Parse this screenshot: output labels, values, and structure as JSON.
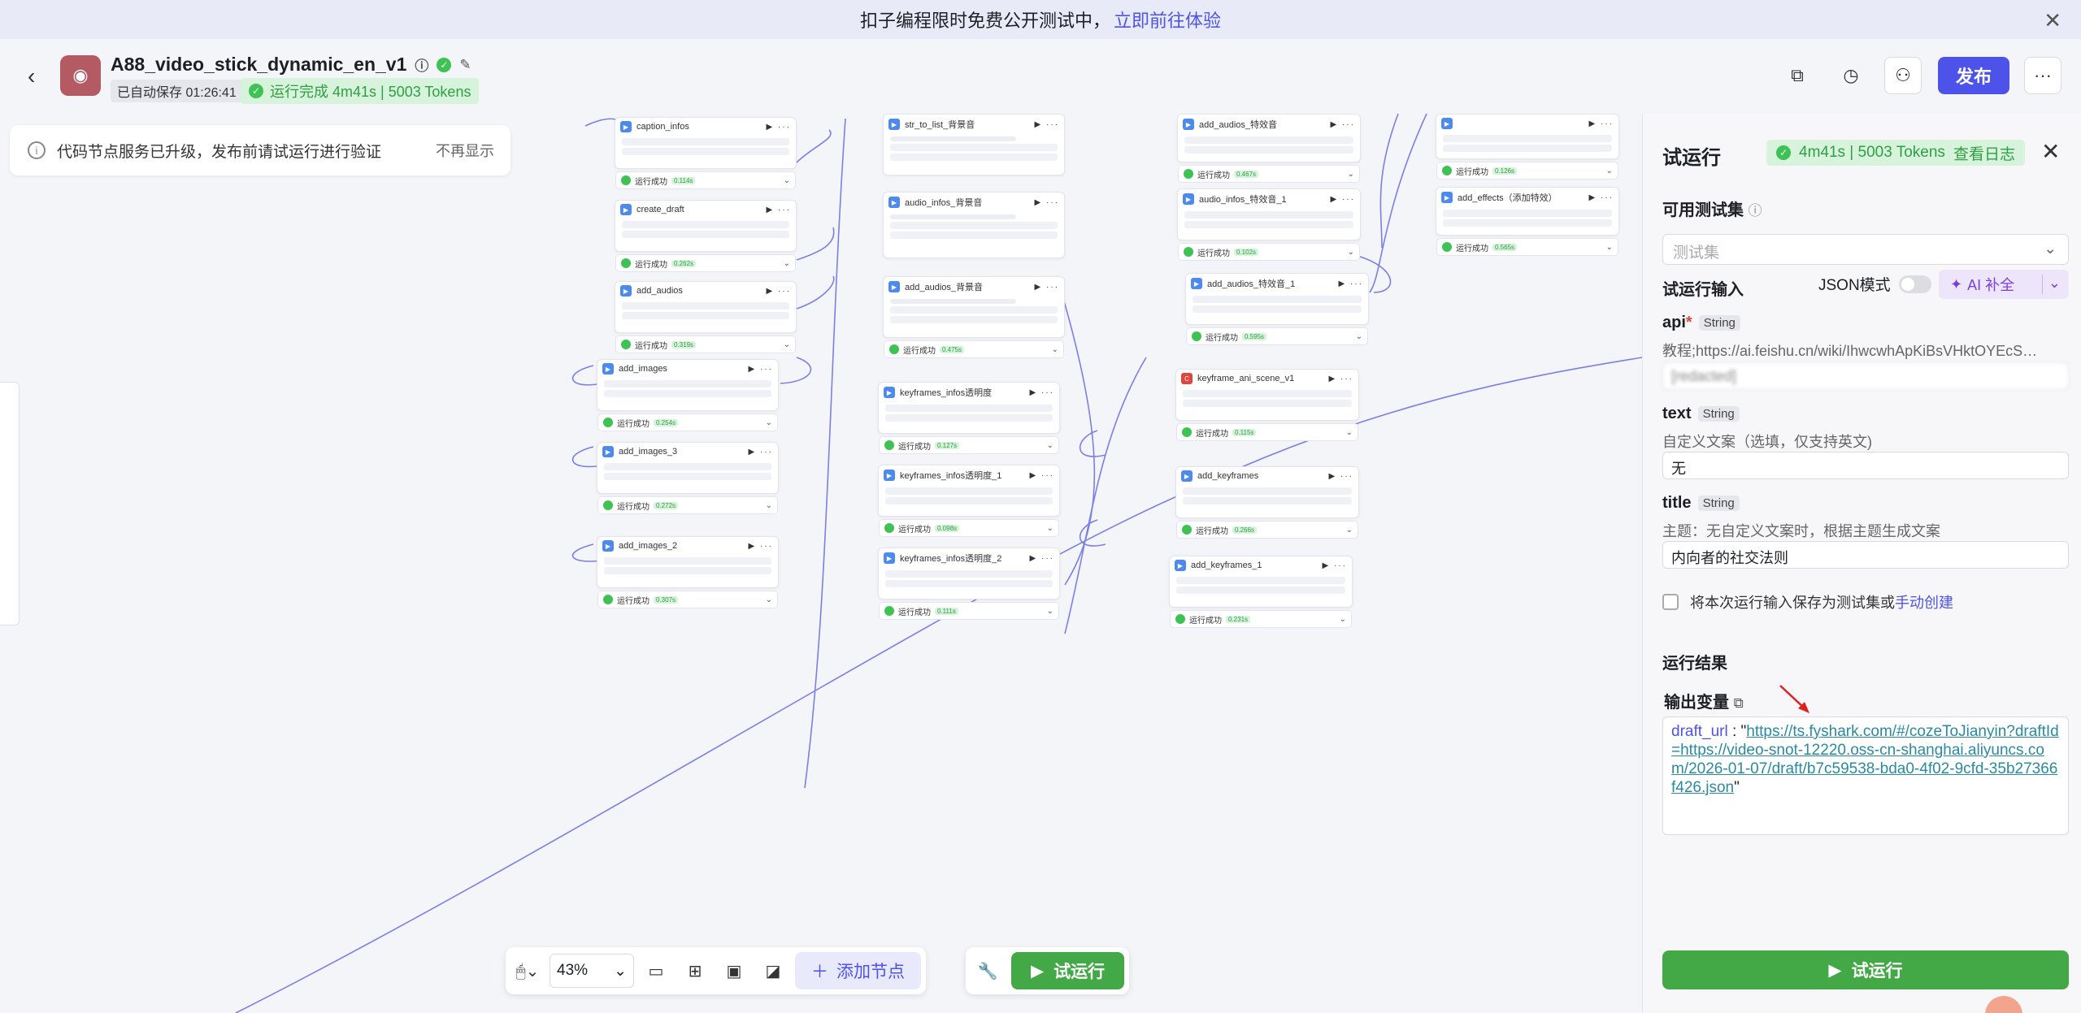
{
  "banner": {
    "text": "扣子编程限时免费公开测试中，",
    "link": "立即前往体验",
    "close_icon": "close-icon"
  },
  "header": {
    "title": "A88_video_stick_dynamic_en_v1",
    "saved": "已自动保存 01:26:41",
    "run_status": "运行完成 4m41s | 5003 Tokens",
    "publish_label": "发布"
  },
  "notice": {
    "text": "代码节点服务已升级，发布前请试运行进行验证",
    "dismiss": "不再显示"
  },
  "nodes": [
    {
      "title": "caption_infos",
      "time": "0.114s"
    },
    {
      "title": "create_draft",
      "time": "0.262s"
    },
    {
      "title": "add_audios",
      "time": "0.319s"
    },
    {
      "title": "add_images",
      "time": "0.254s"
    },
    {
      "title": "add_images_3",
      "time": "0.272s"
    },
    {
      "title": "add_images_2",
      "time": "0.307s"
    },
    {
      "title": "str_to_list_背景音",
      "time": ""
    },
    {
      "title": "audio_infos_背景音",
      "time": ""
    },
    {
      "title": "add_audios_背景音",
      "time": "0.475s"
    },
    {
      "title": "keyframes_infos透明度",
      "time": "0.127s"
    },
    {
      "title": "keyframes_infos透明度_1",
      "time": "0.098s"
    },
    {
      "title": "keyframes_infos透明度_2",
      "time": "0.111s"
    },
    {
      "title": "add_audios_特效音",
      "time": "0.467s"
    },
    {
      "title": "audio_infos_特效音_1",
      "time": "0.102s"
    },
    {
      "title": "add_audios_特效音_1",
      "time": "0.595s"
    },
    {
      "title": "keyframe_ani_scene_v1",
      "time": "0.115s"
    },
    {
      "title": "add_keyframes",
      "time": "0.266s"
    },
    {
      "title": "add_keyframes_1",
      "time": "0.231s"
    },
    {
      "title": "",
      "time": "0.126s"
    },
    {
      "title": "add_effects（添加特效）",
      "time": "0.565s"
    }
  ],
  "toolbar": {
    "zoom": "43%",
    "add_node": "添加节点",
    "run": "试运行"
  },
  "panel": {
    "title": "试运行",
    "time": "4m41s | 5003 Tokens",
    "view_log": "查看日志",
    "testset_label": "可用测试集",
    "testset_placeholder": "测试集",
    "run_input_label": "试运行输入",
    "json_mode": "JSON模式",
    "ai_fill": "AI 补全",
    "fields": [
      {
        "name": "api",
        "required": "*",
        "type": "String",
        "desc": "教程;https://ai.feishu.cn/wiki/IhwcwhApKiBsVHktOYEcS…",
        "value": "[redacted]"
      },
      {
        "name": "text",
        "required": "",
        "type": "String",
        "desc": "自定义文案（选填，仅支持英文)",
        "value": "无"
      },
      {
        "name": "title",
        "required": "",
        "type": "String",
        "desc": "主题：无自定义文案时，根据主题生成文案",
        "value": "内向者的社交法则"
      }
    ],
    "save_testset": "将本次运行输入保存为测试集或",
    "manual_create": "手动创建",
    "result_label": "运行结果",
    "output_label": "输出变量",
    "output_key": "draft_url",
    "output_url": "https://ts.fyshark.com/#/cozeToJianyin?draftId=https://video-snot-12220.oss-cn-shanghai.aliyuncs.com/2026-01-07/draft/b7c59538-bda0-4f02-9cfd-35b27366f426.json",
    "run_button": "试运行"
  }
}
